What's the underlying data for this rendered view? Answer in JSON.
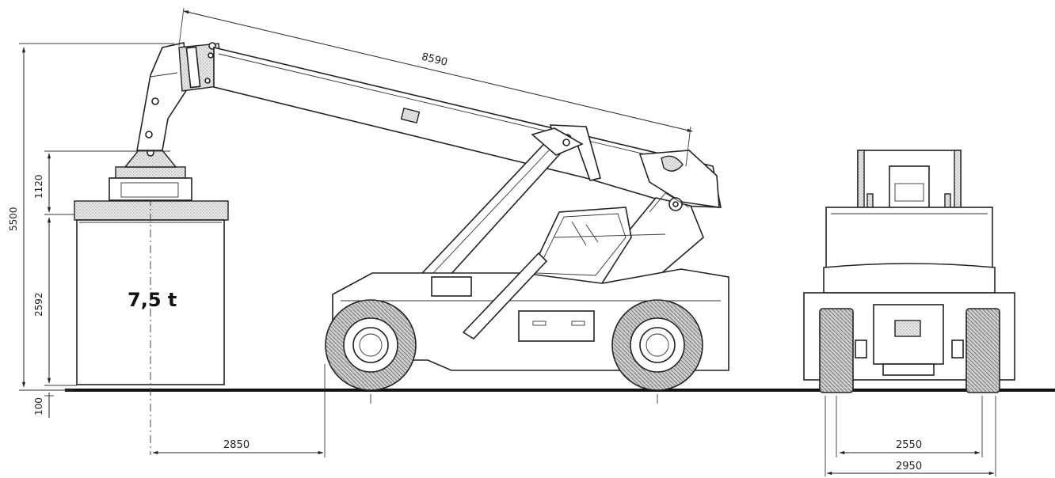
{
  "diagram": {
    "load_label": "7,5 t",
    "dimensions": {
      "boom_length": "8590",
      "total_height": "5500",
      "spreader_height": "1120",
      "container_height": "2592",
      "ground_clearance": "100",
      "load_center": "2850",
      "track_width": "2550",
      "overall_width": "2950"
    }
  }
}
